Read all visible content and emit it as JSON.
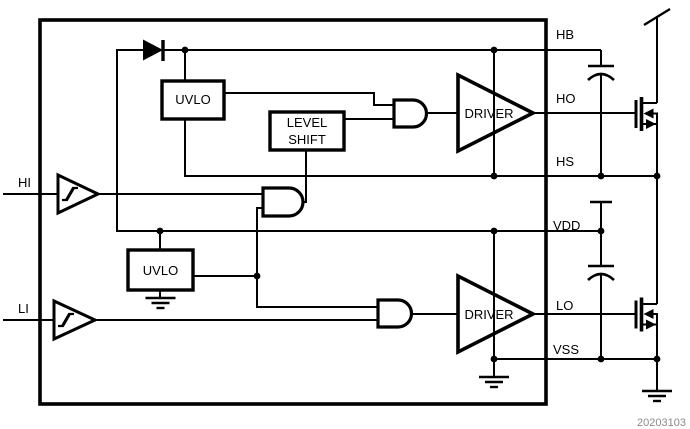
{
  "diagram": {
    "type": "circuit-block-diagram",
    "description": "Half-bridge gate driver IC functional block diagram",
    "inputs": [
      {
        "label": "HI"
      },
      {
        "label": "LI"
      }
    ],
    "pins": [
      {
        "label": "HB"
      },
      {
        "label": "HO"
      },
      {
        "label": "HS"
      },
      {
        "label": "VDD"
      },
      {
        "label": "LO"
      },
      {
        "label": "VSS"
      }
    ],
    "blocks": {
      "uvlo_high": "UVLO",
      "uvlo_low": "UVLO",
      "level_shift_line1": "LEVEL",
      "level_shift_line2": "SHIFT",
      "driver_high": "DRIVER",
      "driver_low": "DRIVER"
    },
    "figure_id": "20203103",
    "colors": {
      "line": "#000000",
      "background": "#ffffff",
      "figure_id": "#8a8a8a"
    }
  }
}
